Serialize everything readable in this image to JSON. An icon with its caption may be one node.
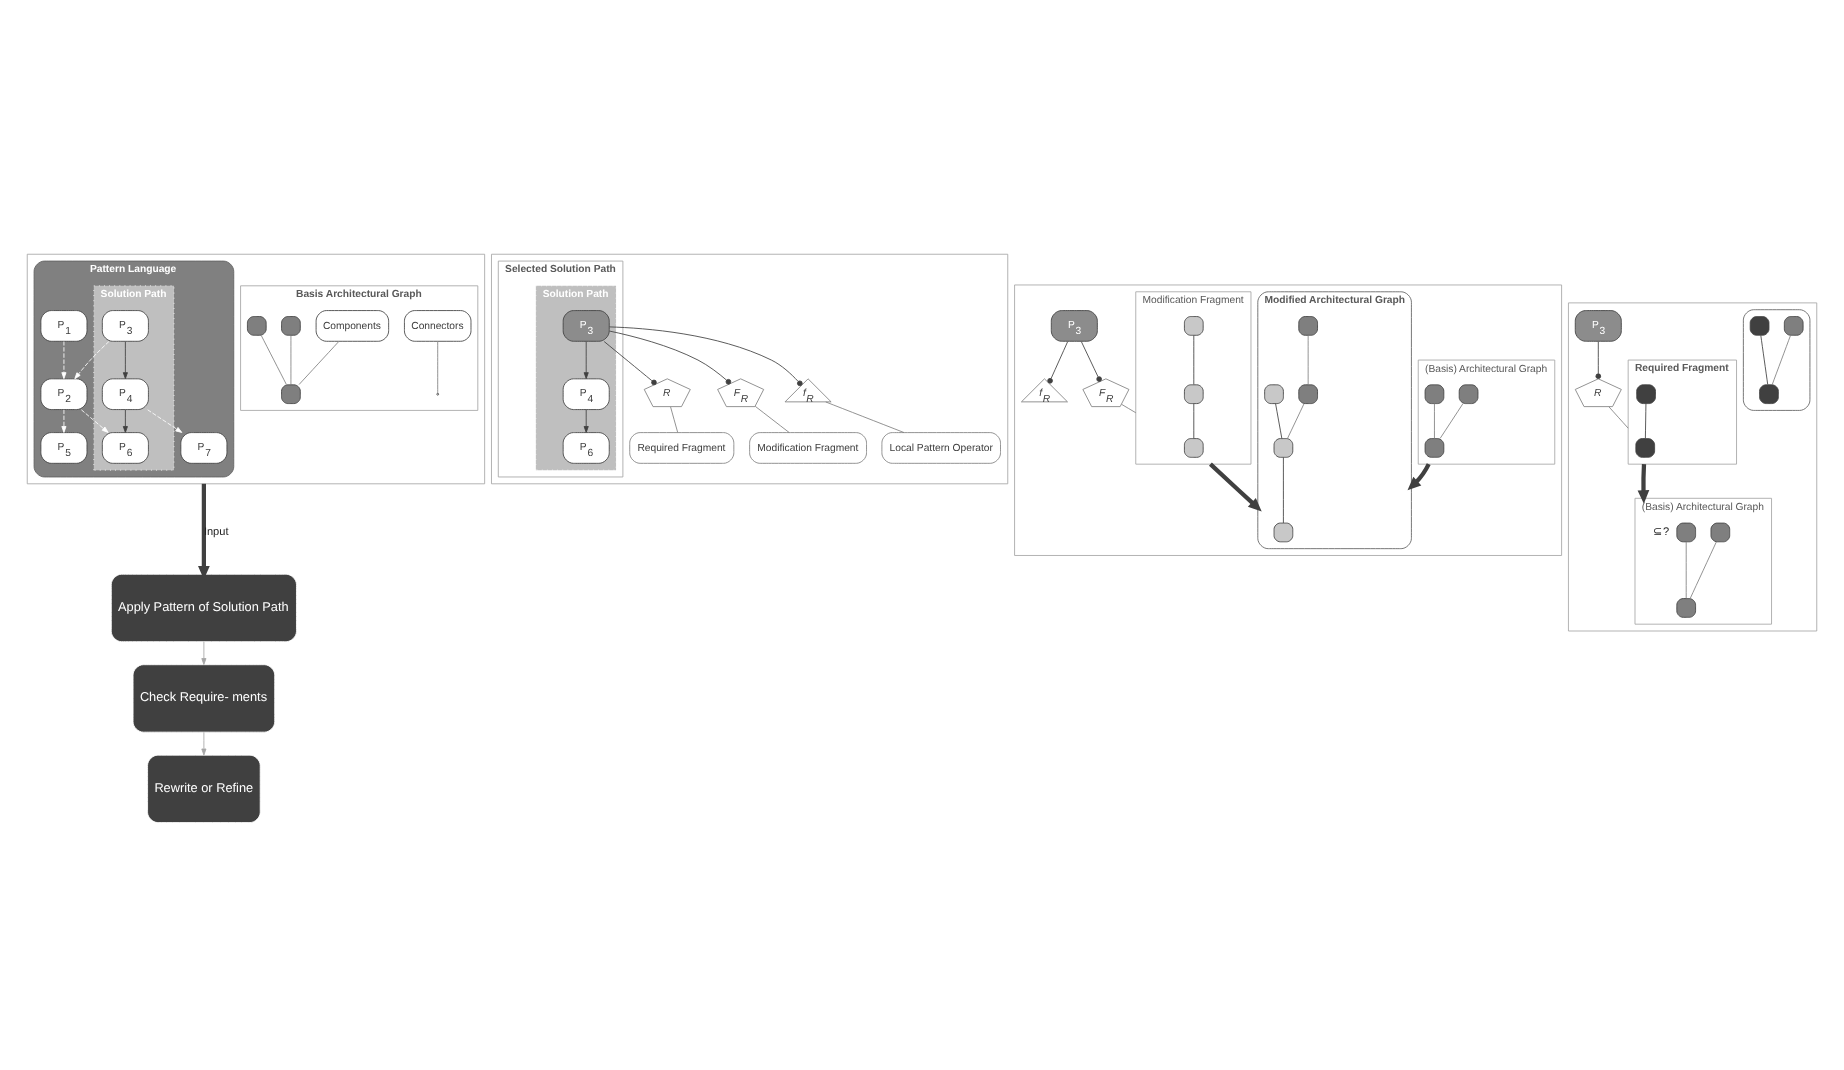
{
  "diagram": {
    "nodes": [
      {
        "text": [],
        "shape": "box"
      },
      {
        "text": [
          "Basis Architectural Graph"
        ],
        "in": 0
      },
      {
        "text": [
          "Components"
        ],
        "in": 1
      },
      {
        "text": [
          "Connectors"
        ],
        "in": 1
      },
      {
        "text": [],
        "shape": "box",
        "in": 1
      },
      {
        "text": [],
        "shape": "box",
        "in": 1
      },
      {
        "text": [],
        "shape": "box",
        "in": 1
      },
      {
        "text": [
          "Pattern Language"
        ],
        "in": 0
      },
      {
        "text": [
          "Solution Path"
        ],
        "in": 7
      },
      {
        "text": [
          "P$_{1}$"
        ],
        "in": 7
      },
      {
        "text": [
          "P$_{2}$"
        ],
        "in": 7
      },
      {
        "text": [
          "P$_{3}$"
        ],
        "in": 8
      },
      {
        "text": [
          "P$_{4}$"
        ],
        "in": 8
      },
      {
        "text": [
          "P$_{5}$"
        ],
        "in": 7
      },
      {
        "text": [
          "P$_{6}$"
        ],
        "in": 8
      },
      {
        "text": [
          "P$_{7}$"
        ],
        "in": 7
      },
      {
        "text": [
          "Apply Pattern of Solution Path"
        ]
      },
      {
        "text": [
          "Rewrite or Refine"
        ]
      },
      {
        "text": [
          "Check Require- ments"
        ]
      },
      {
        "text": [],
        "shape": "box"
      },
      {
        "text": [
          "Selected Solution Path"
        ],
        "in": 19
      },
      {
        "text": [
          "Solution Path"
        ],
        "in": 20
      },
      {
        "text": [
          "P$_{3}$"
        ],
        "in": 21
      },
      {
        "text": [
          "P$_{4}$"
        ],
        "in": 21
      },
      {
        "text": [
          "P$_{6}$"
        ],
        "in": 21
      },
      {
        "text": [
          "R"
        ],
        "in": 19
      },
      {
        "text": [
          "Required Fragment"
        ],
        "in": 19
      },
      {
        "text": [
          "F$_{R}$"
        ],
        "in": 19
      },
      {
        "text": [
          "Modification Fragment"
        ],
        "in": 19
      },
      {
        "text": [
          "f$_{R}$"
        ],
        "in": 19
      },
      {
        "text": [
          "Local Pattern Operator"
        ],
        "in": 19
      },
      {
        "text": [],
        "shape": "box"
      },
      {
        "text": [
          "(Basis) Architectural Graph"
        ],
        "in": 31
      },
      {
        "text": [],
        "shape": "box",
        "in": 32
      },
      {
        "text": [],
        "shape": "box",
        "in": 32
      },
      {
        "text": [],
        "shape": "box",
        "in": 32
      },
      {
        "text": [
          "Modified Architectural Graph"
        ],
        "in": 31
      },
      {
        "text": [],
        "shape": "box",
        "in": 36
      },
      {
        "text": [],
        "shape": "box",
        "in": 36
      },
      {
        "text": [],
        "shape": "box",
        "in": 36
      },
      {
        "text": [],
        "shape": "box",
        "in": 36
      },
      {
        "text": [],
        "shape": "box",
        "in": 36
      },
      {
        "text": [
          "P$_{3}$"
        ],
        "in": 31
      },
      {
        "text": [
          "f$_{R}$"
        ],
        "in": 31
      },
      {
        "text": [
          "F$_{R}$"
        ],
        "in": 31
      },
      {
        "text": [
          "Modification Fragment"
        ],
        "in": 31
      },
      {
        "text": [],
        "shape": "box",
        "in": 45
      },
      {
        "text": [],
        "shape": "box",
        "in": 45
      },
      {
        "text": [],
        "shape": "box",
        "in": 45
      },
      {
        "text": [],
        "shape": "box"
      },
      {
        "text": [
          "P$_{3}$"
        ],
        "in": 49
      },
      {
        "text": [
          "R"
        ],
        "in": 49
      },
      {
        "text": [
          "Required Fragment"
        ],
        "in": 49
      },
      {
        "text": [],
        "shape": "box",
        "in": 52
      },
      {
        "text": [],
        "shape": "box",
        "in": 52
      },
      {
        "text": [
          "(Basis) Architectural Graph"
        ],
        "in": 49
      },
      {
        "text": [],
        "shape": "box",
        "in": 55
      },
      {
        "text": [],
        "shape": "box",
        "in": 55
      },
      {
        "text": [],
        "shape": "box",
        "in": 55
      },
      {
        "text": [],
        "shape": "box",
        "in": 49
      },
      {
        "text": [],
        "shape": "box",
        "in": 59
      },
      {
        "text": [],
        "shape": "box",
        "in": 59
      },
      {
        "text": [],
        "shape": "box",
        "in": 59
      }
    ],
    "edges": [
      {
        "from": 2,
        "to": 6,
        "arrow": "none",
        "color": "#808080"
      },
      {
        "from": 3,
        "to": null,
        "arrow": "none",
        "color": "#808080"
      },
      {
        "from": 4,
        "to": 6,
        "arrow": "none",
        "color": "#808080"
      },
      {
        "from": 5,
        "to": 6,
        "arrow": "none",
        "color": "#808080"
      },
      {
        "from": 9,
        "to": 10,
        "arrow": "to",
        "style": "dashed",
        "color": "#ffffff"
      },
      {
        "from": 11,
        "to": 10,
        "arrow": "to",
        "style": "dashed",
        "color": "#ffffff"
      },
      {
        "from": 10,
        "to": 13,
        "arrow": "to",
        "style": "dashed",
        "color": "#ffffff"
      },
      {
        "from": 10,
        "to": 14,
        "arrow": "to",
        "style": "dashed",
        "color": "#ffffff"
      },
      {
        "from": 11,
        "to": 12,
        "arrow": "to"
      },
      {
        "from": 12,
        "to": 14,
        "arrow": "to"
      },
      {
        "from": 12,
        "to": 15,
        "arrow": "to",
        "style": "dashed",
        "color": "#ffffff"
      },
      {
        "from": 0,
        "to": 16,
        "arrow": "to",
        "label": "Input",
        "style": "thick"
      },
      {
        "from": 16,
        "to": 18,
        "arrow": "to",
        "color": "#a6a6a6"
      },
      {
        "from": 18,
        "to": 17,
        "arrow": "to",
        "color": "#a6a6a6"
      },
      {
        "from": 22,
        "to": 23,
        "arrow": "to"
      },
      {
        "from": 23,
        "to": 24,
        "arrow": "to"
      },
      {
        "from": 22,
        "to": 25,
        "arrow": "other"
      },
      {
        "from": 22,
        "to": 27,
        "arrow": "other"
      },
      {
        "from": 22,
        "to": 29,
        "arrow": "other"
      },
      {
        "from": 25,
        "to": 26,
        "arrow": "none",
        "color": "#808080"
      },
      {
        "from": 27,
        "to": 28,
        "arrow": "none",
        "color": "#808080"
      },
      {
        "from": 29,
        "to": 30,
        "arrow": "none",
        "color": "#808080"
      },
      {
        "from": 33,
        "to": 35,
        "arrow": "none",
        "color": "#808080"
      },
      {
        "from": 34,
        "to": 35,
        "arrow": "none",
        "color": "#808080"
      },
      {
        "from": 37,
        "to": 38,
        "arrow": "none",
        "color": "#808080"
      },
      {
        "from": 38,
        "to": 40,
        "arrow": "none",
        "color": "#808080"
      },
      {
        "from": 39,
        "to": 40,
        "arrow": "none"
      },
      {
        "from": 40,
        "to": 41,
        "arrow": "none"
      },
      {
        "from": 42,
        "to": 43,
        "arrow": "other"
      },
      {
        "from": 42,
        "to": 44,
        "arrow": "other"
      },
      {
        "from": 44,
        "to": 45,
        "arrow": "none",
        "color": "#808080"
      },
      {
        "from": 46,
        "to": 47,
        "arrow": "none"
      },
      {
        "from": 47,
        "to": 48,
        "arrow": "none"
      },
      {
        "from": 32,
        "to": 36,
        "arrow": "to",
        "style": "thick"
      },
      {
        "from": 45,
        "to": 36,
        "arrow": "to",
        "style": "thick"
      },
      {
        "from": 50,
        "to": 51,
        "arrow": "other"
      },
      {
        "from": 51,
        "to": 52,
        "arrow": "none",
        "color": "#808080"
      },
      {
        "from": 53,
        "to": 54,
        "arrow": "none"
      },
      {
        "from": 56,
        "to": 58,
        "arrow": "none",
        "color": "#808080"
      },
      {
        "from": 57,
        "to": 58,
        "arrow": "none",
        "color": "#808080"
      },
      {
        "from": 60,
        "to": 62,
        "arrow": "none",
        "color": "#808080"
      },
      {
        "from": 61,
        "to": 62,
        "arrow": "none"
      },
      {
        "from": 52,
        "to": 55,
        "arrow": "to",
        "label": "⊆?",
        "style": "thick"
      }
    ]
  }
}
